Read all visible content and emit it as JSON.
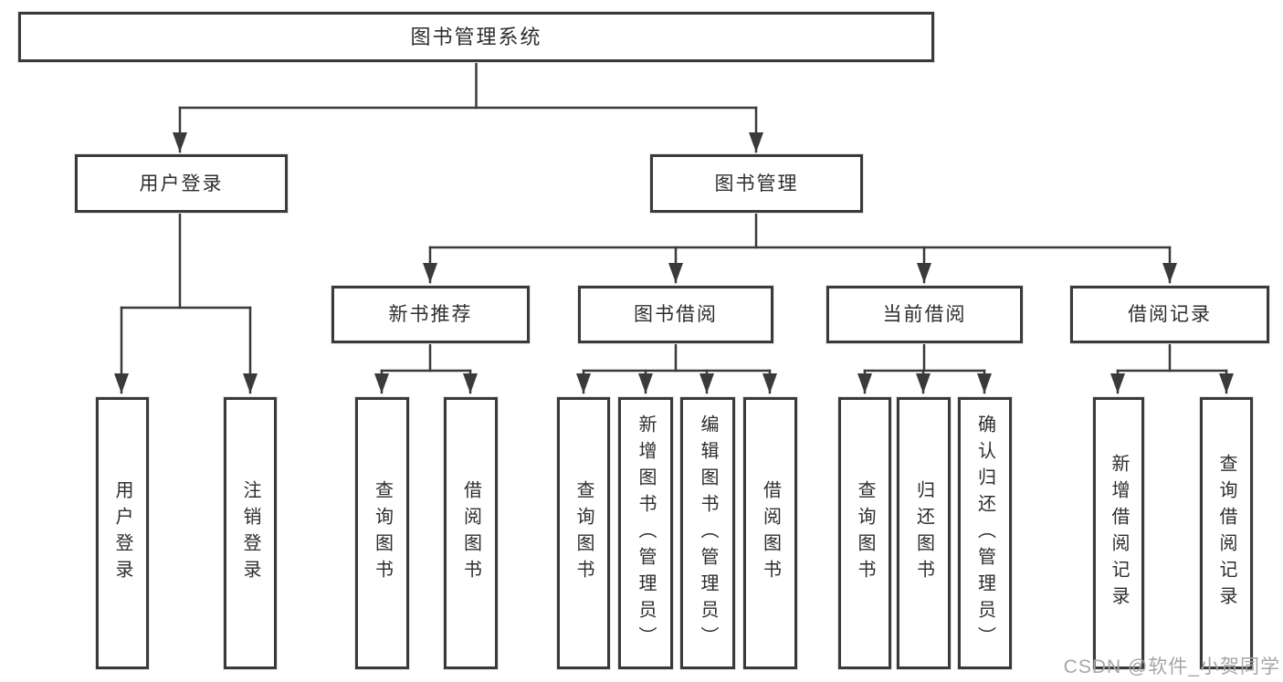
{
  "tree": {
    "root": "图书管理系统",
    "branches": [
      {
        "label": "用户登录",
        "children": [
          "用户登录",
          "注销登录"
        ]
      },
      {
        "label": "图书管理",
        "sections": [
          {
            "label": "新书推荐",
            "children": [
              "查询图书",
              "借阅图书"
            ]
          },
          {
            "label": "图书借阅",
            "children": [
              "查询图书",
              "新增图书（管理员）",
              "编辑图书（管理员）",
              "借阅图书"
            ]
          },
          {
            "label": "当前借阅",
            "children": [
              "查询图书",
              "归还图书",
              "确认归还（管理员）"
            ]
          },
          {
            "label": "借阅记录",
            "children": [
              "新增借阅记录",
              "查询借阅记录"
            ]
          }
        ]
      }
    ]
  },
  "watermark": "CSDN @软件_小贺同学",
  "colors": {
    "line": "#3a3a3a",
    "text": "#2e2e2e",
    "watermark": "#a6a6a6",
    "background": "#ffffff"
  }
}
